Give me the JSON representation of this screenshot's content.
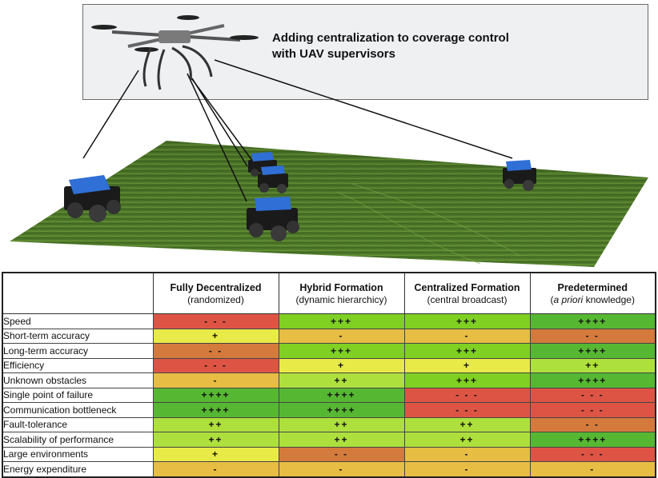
{
  "title": "Adding centralization to coverage control\nwith UAV supervisors",
  "colors": {
    "very_bad": "#dd5445",
    "bad": "#d47a3c",
    "neutral": "#e7bd43",
    "good": "#e8ea48",
    "better": "#aee03d",
    "very_good": "#7fd022",
    "best": "#56b832"
  },
  "table": {
    "columns": [
      {
        "name": "Fully Decentralized",
        "sub": "(randomized)"
      },
      {
        "name": "Hybrid Formation",
        "sub": "(dynamic hierarchicy)"
      },
      {
        "name": "Centralized Formation",
        "sub": "(central broadcast)"
      },
      {
        "name": "Predetermined",
        "sub_italic": "a priori",
        "sub_pre": "(",
        "sub_post": " knowledge)"
      }
    ],
    "rows": [
      {
        "label": "Speed",
        "cells": [
          {
            "text": "- - -",
            "color": "very_bad"
          },
          {
            "text": "+++",
            "color": "very_good"
          },
          {
            "text": "+++",
            "color": "very_good"
          },
          {
            "text": "++++",
            "color": "best"
          }
        ]
      },
      {
        "label": "Short-term accuracy",
        "cells": [
          {
            "text": "+",
            "color": "good"
          },
          {
            "text": "-",
            "color": "neutral"
          },
          {
            "text": "-",
            "color": "neutral"
          },
          {
            "text": "- -",
            "color": "bad"
          }
        ]
      },
      {
        "label": "Long-term accuracy",
        "cells": [
          {
            "text": "- -",
            "color": "bad"
          },
          {
            "text": "+++",
            "color": "very_good"
          },
          {
            "text": "+++",
            "color": "very_good"
          },
          {
            "text": "++++",
            "color": "best"
          }
        ]
      },
      {
        "label": "Efficiency",
        "cells": [
          {
            "text": "- - -",
            "color": "very_bad"
          },
          {
            "text": "+",
            "color": "good"
          },
          {
            "text": "+",
            "color": "good"
          },
          {
            "text": "++",
            "color": "better"
          }
        ]
      },
      {
        "label": "Unknown obstacles",
        "cells": [
          {
            "text": "-",
            "color": "neutral"
          },
          {
            "text": "++",
            "color": "better"
          },
          {
            "text": "+++",
            "color": "very_good"
          },
          {
            "text": "++++",
            "color": "best"
          }
        ]
      },
      {
        "label": "Single point of failure",
        "cells": [
          {
            "text": "++++",
            "color": "best"
          },
          {
            "text": "++++",
            "color": "best"
          },
          {
            "text": "- - -",
            "color": "very_bad"
          },
          {
            "text": "- - -",
            "color": "very_bad"
          }
        ]
      },
      {
        "label": "Communication bottleneck",
        "cells": [
          {
            "text": "++++",
            "color": "best"
          },
          {
            "text": "++++",
            "color": "best"
          },
          {
            "text": "- - -",
            "color": "very_bad"
          },
          {
            "text": "- - -",
            "color": "very_bad"
          }
        ]
      },
      {
        "label": "Fault-tolerance",
        "cells": [
          {
            "text": "++",
            "color": "better"
          },
          {
            "text": "++",
            "color": "better"
          },
          {
            "text": "++",
            "color": "better"
          },
          {
            "text": "- -",
            "color": "bad"
          }
        ]
      },
      {
        "label": "Scalability of performance",
        "cells": [
          {
            "text": "++",
            "color": "better"
          },
          {
            "text": "++",
            "color": "better"
          },
          {
            "text": "++",
            "color": "better"
          },
          {
            "text": "++++",
            "color": "best"
          }
        ]
      },
      {
        "label": "Large environments",
        "cells": [
          {
            "text": "+",
            "color": "good"
          },
          {
            "text": "- -",
            "color": "bad"
          },
          {
            "text": "-",
            "color": "neutral"
          },
          {
            "text": "- - -",
            "color": "very_bad"
          }
        ]
      },
      {
        "label": "Energy expenditure",
        "cells": [
          {
            "text": "-",
            "color": "neutral"
          },
          {
            "text": "-",
            "color": "neutral"
          },
          {
            "text": "-",
            "color": "neutral"
          },
          {
            "text": "-",
            "color": "neutral"
          }
        ]
      }
    ]
  }
}
